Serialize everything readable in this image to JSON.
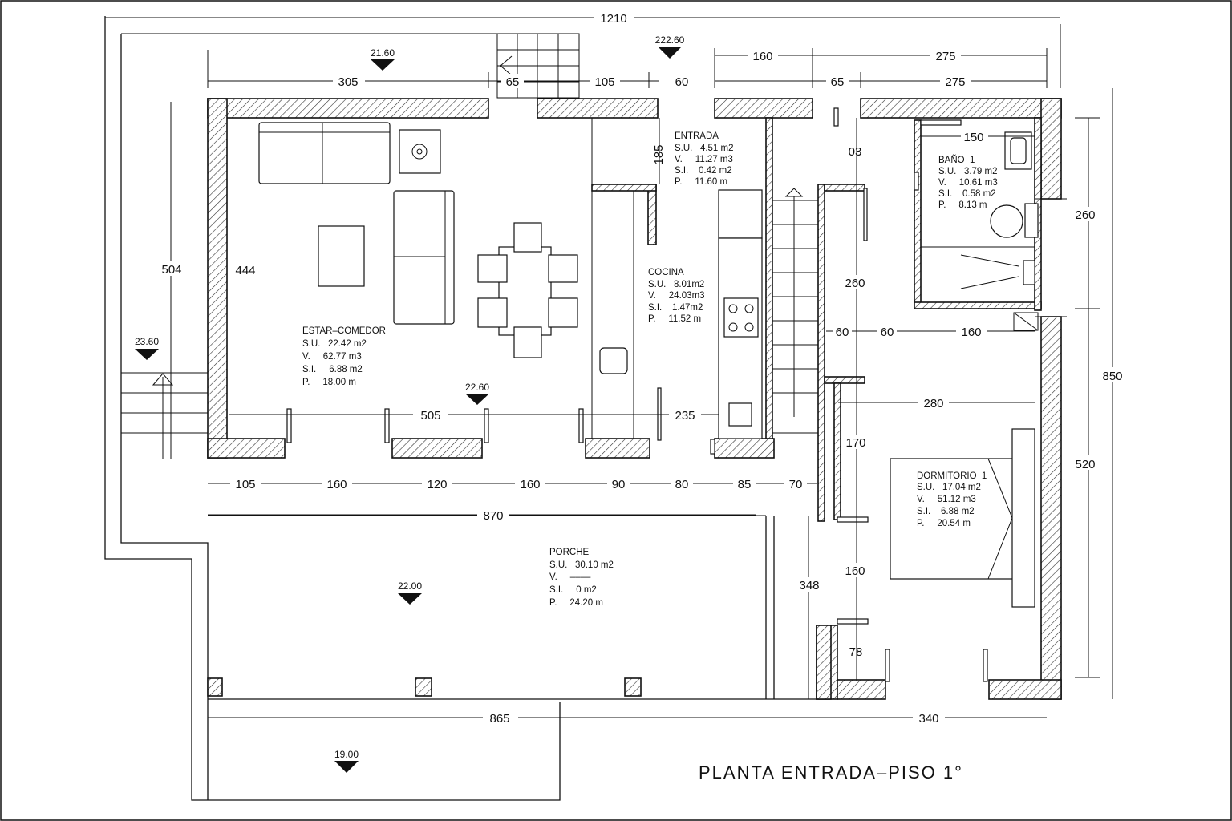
{
  "title": "PLANTA ENTRADA–PISO 1°",
  "levels": [
    "21.60",
    "222.60",
    "23.60",
    "22.60",
    "22.00",
    "19.00"
  ],
  "dims": {
    "total_top": "1210",
    "top_a": "305",
    "top_b": "65",
    "top_c": "105",
    "top_d": "60",
    "top_e": "160",
    "top_f": "275",
    "top_g": "65",
    "top_h": "275",
    "left_outer": "504",
    "left_inner": "444",
    "right_outer": "850",
    "right_a": "260",
    "right_b": "520",
    "int_185": "185",
    "int_150": "150",
    "int_03": "03",
    "int_260": "260",
    "int_60a": "60",
    "int_60b": "60",
    "int_160": "160",
    "int_280": "280",
    "int_170": "170",
    "int_160b": "160",
    "int_348": "348",
    "int_78": "78",
    "int_505": "505",
    "int_235": "235",
    "bot_a": "105",
    "bot_b": "160",
    "bot_c": "120",
    "bot_d": "160",
    "bot_e": "90",
    "bot_f": "80",
    "bot_g": "85",
    "bot_h": "70",
    "bot_total": "870",
    "base_a": "865",
    "base_b": "340"
  },
  "rooms": {
    "estar": {
      "name": "ESTAR–COMEDOR",
      "su": "S.U.   22.42 m2",
      "v": "V.     62.77 m3",
      "si": "S.I.     6.88 m2",
      "p": "P.     18.00 m"
    },
    "entrada": {
      "name": "ENTRADA",
      "su": "S.U.   4.51 m2",
      "v": "V.     11.27 m3",
      "si": "S.I.    0.42 m2",
      "p": "P.     11.60 m"
    },
    "cocina": {
      "name": "COCINA",
      "su": "S.U.   8.01m2",
      "v": "V.     24.03m3",
      "si": "S.I.    1.47m2",
      "p": "P.     11.52 m"
    },
    "bano": {
      "name": "BAÑO  1",
      "su": "S.U.   3.79 m2",
      "v": "V.     10.61 m3",
      "si": "S.I.    0.58 m2",
      "p": "P.     8.13 m"
    },
    "dormitorio": {
      "name": "DORMITORIO  1",
      "su": "S.U.   17.04 m2",
      "v": "V.     51.12 m3",
      "si": "S.I.    6.88 m2",
      "p": "P.     20.54 m"
    },
    "porche": {
      "name": "PORCHE",
      "su": "S.U.   30.10 m2",
      "v": "V.     ––––",
      "si": "S.I.     0 m2",
      "p": "P.     24.20 m"
    }
  }
}
